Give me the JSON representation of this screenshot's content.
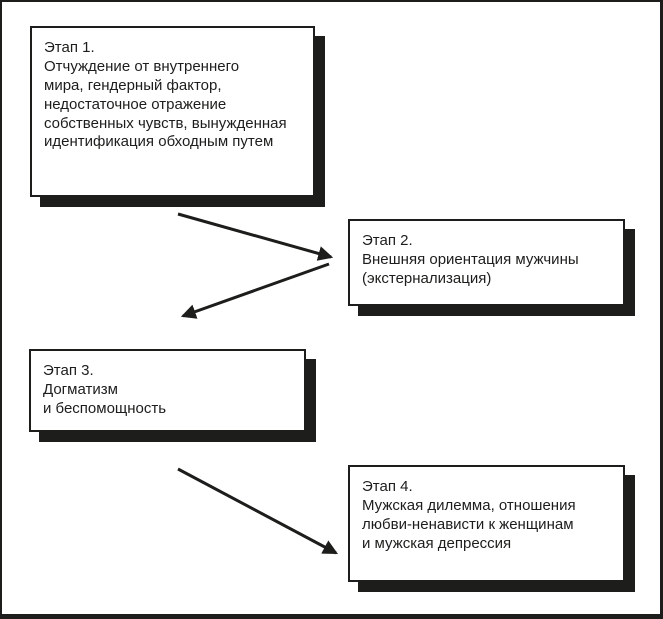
{
  "diagram": {
    "background_color": "#ffffff",
    "ink_color": "#1d1d1b",
    "boxes": [
      {
        "name": "stage-1",
        "title": "Этап 1.",
        "body": "Отчуждение от внутреннего\nмира, гендерный фактор,\nнедостаточное отражение\nсобственных чувств, вынужденная\nидентификация обходным путем"
      },
      {
        "name": "stage-2",
        "title": "Этап 2.",
        "body": "Внешняя ориентация мужчины\n(экстернализация)"
      },
      {
        "name": "stage-3",
        "title": "Этап 3.",
        "body": "Догматизм\nи беспомощность"
      },
      {
        "name": "stage-4",
        "title": "Этап 4.",
        "body": "Мужская дилемма, отношения\nлюбви-ненависти к женщинам\nи мужская депрессия"
      }
    ],
    "arrows": [
      {
        "from": "stage-1",
        "to": "stage-2"
      },
      {
        "from": "stage-2",
        "to": "stage-3"
      },
      {
        "from": "stage-3",
        "to": "stage-4"
      }
    ]
  }
}
